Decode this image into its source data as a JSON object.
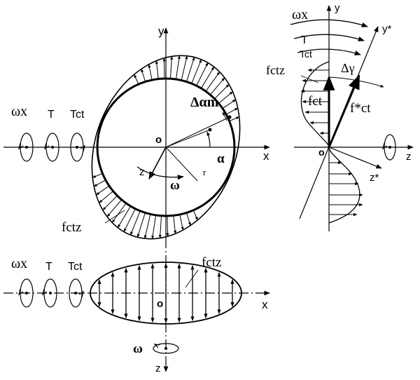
{
  "labels": {
    "omega_x": "ωx",
    "T": "T",
    "T_ct": "Tct",
    "omega": "ω",
    "origin": "o",
    "axis_x": "x",
    "axis_y": "y",
    "axis_z": "z",
    "axis_y_star": "y*",
    "axis_z_star": "z*",
    "alpha": "α",
    "delta_alpha_m": "Δαm",
    "radius": "r",
    "delta_gamma": "Δγ",
    "f_ctz": "fctz",
    "f_ct": "fct",
    "f_ct_star": "f*ct"
  }
}
